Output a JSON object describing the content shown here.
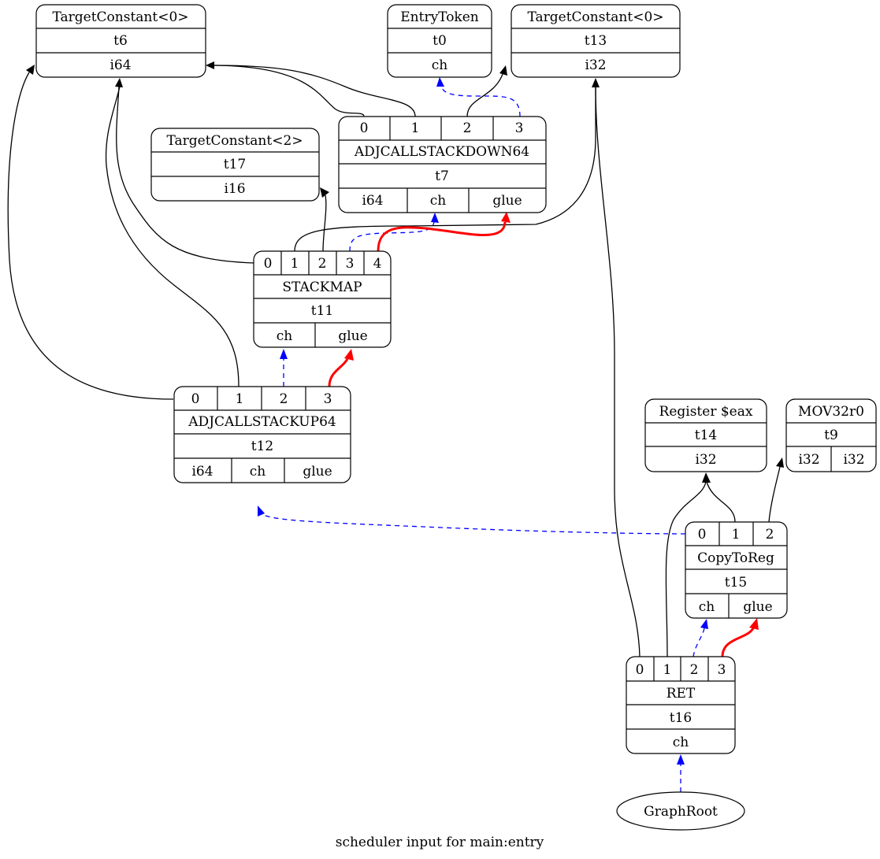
{
  "caption": "scheduler input for main:entry",
  "nodes": {
    "t6": {
      "op": "TargetConstant<0>",
      "id": "t6",
      "results": [
        "i64"
      ]
    },
    "t0": {
      "op": "EntryToken",
      "id": "t0",
      "results": [
        "ch"
      ]
    },
    "t13": {
      "op": "TargetConstant<0>",
      "id": "t13",
      "results": [
        "i32"
      ]
    },
    "t17": {
      "op": "TargetConstant<2>",
      "id": "t17",
      "results": [
        "i16"
      ]
    },
    "t7": {
      "op": "ADJCALLSTACKDOWN64",
      "id": "t7",
      "operands": [
        "0",
        "1",
        "2",
        "3"
      ],
      "results": [
        "i64",
        "ch",
        "glue"
      ]
    },
    "t11": {
      "op": "STACKMAP",
      "id": "t11",
      "operands": [
        "0",
        "1",
        "2",
        "3",
        "4"
      ],
      "results": [
        "ch",
        "glue"
      ]
    },
    "t12": {
      "op": "ADJCALLSTACKUP64",
      "id": "t12",
      "operands": [
        "0",
        "1",
        "2",
        "3"
      ],
      "results": [
        "i64",
        "ch",
        "glue"
      ]
    },
    "t14": {
      "op": "Register $eax",
      "id": "t14",
      "results": [
        "i32"
      ]
    },
    "t9": {
      "op": "MOV32r0",
      "id": "t9",
      "results": [
        "i32",
        "i32"
      ]
    },
    "t15": {
      "op": "CopyToReg",
      "id": "t15",
      "operands": [
        "0",
        "1",
        "2"
      ],
      "results": [
        "ch",
        "glue"
      ]
    },
    "t16": {
      "op": "RET",
      "id": "t16",
      "operands": [
        "0",
        "1",
        "2",
        "3"
      ],
      "results": [
        "ch"
      ]
    },
    "root": {
      "label": "GraphRoot"
    }
  },
  "edges": [
    {
      "from": "t7",
      "operand": "0",
      "to": "t6",
      "result": "i64",
      "kind": "data"
    },
    {
      "from": "t7",
      "operand": "1",
      "to": "t6",
      "result": "i64",
      "kind": "data"
    },
    {
      "from": "t7",
      "operand": "2",
      "to": "t13",
      "result": "i32",
      "kind": "data"
    },
    {
      "from": "t7",
      "operand": "3",
      "to": "t0",
      "result": "ch",
      "kind": "chain"
    },
    {
      "from": "t11",
      "operand": "0",
      "to": "t13",
      "result": "i32",
      "kind": "data"
    },
    {
      "from": "t11",
      "operand": "1",
      "to": "t6",
      "result": "i64",
      "kind": "data"
    },
    {
      "from": "t11",
      "operand": "2",
      "to": "t17",
      "result": "i16",
      "kind": "data"
    },
    {
      "from": "t11",
      "operand": "3",
      "to": "t7",
      "result": "ch",
      "kind": "chain"
    },
    {
      "from": "t11",
      "operand": "4",
      "to": "t7",
      "result": "glue",
      "kind": "glue"
    },
    {
      "from": "t12",
      "operand": "0",
      "to": "t6",
      "result": "i64",
      "kind": "data"
    },
    {
      "from": "t12",
      "operand": "1",
      "to": "t6",
      "result": "i64",
      "kind": "data"
    },
    {
      "from": "t12",
      "operand": "2",
      "to": "t11",
      "result": "ch",
      "kind": "chain"
    },
    {
      "from": "t12",
      "operand": "3",
      "to": "t11",
      "result": "glue",
      "kind": "glue"
    },
    {
      "from": "t15",
      "operand": "0",
      "to": "t12",
      "result": "ch",
      "kind": "chain"
    },
    {
      "from": "t15",
      "operand": "1",
      "to": "t14",
      "result": "i32",
      "kind": "data"
    },
    {
      "from": "t15",
      "operand": "2",
      "to": "t9",
      "result": "i32",
      "kind": "data"
    },
    {
      "from": "t16",
      "operand": "0",
      "to": "t13",
      "result": "i32",
      "kind": "data"
    },
    {
      "from": "t16",
      "operand": "1",
      "to": "t14",
      "result": "i32",
      "kind": "data"
    },
    {
      "from": "t16",
      "operand": "2",
      "to": "t15",
      "result": "ch",
      "kind": "chain"
    },
    {
      "from": "t16",
      "operand": "3",
      "to": "t15",
      "result": "glue",
      "kind": "glue"
    },
    {
      "from": "root",
      "to": "t16",
      "result": "ch",
      "kind": "chain"
    }
  ],
  "colors": {
    "data": "#000000",
    "chain": "#0000ff",
    "glue": "#ff0000"
  }
}
